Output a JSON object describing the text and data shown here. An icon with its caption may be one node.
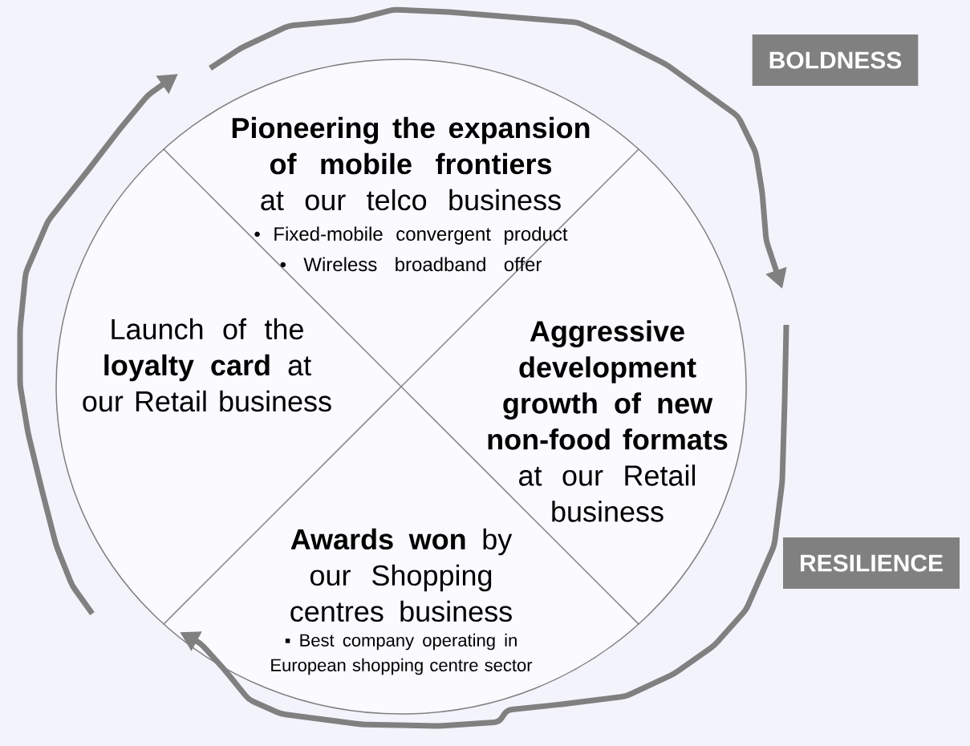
{
  "diagram": {
    "nodes": [
      {
        "text": [],
        "shape": "circle"
      },
      {
        "text": [
          "Pioneering the expansion of mobile frontiers",
          "at our telco business",
          "• Fixed-mobile convergent product",
          "• Wireless broadband offer"
        ],
        "in": 0
      },
      {
        "text": [
          "Launch of the **loyalty card** at our Retail business"
        ],
        "in": 0
      },
      {
        "text": [
          "Aggressive development growth of new non-food formats",
          "at our Retail business"
        ],
        "in": 0
      },
      {
        "text": [
          "**Awards won** by our Shopping centres business",
          "▪ Best company operating in European shopping centre sector"
        ],
        "in": 0
      },
      {
        "text": [
          "BOLDNESS"
        ]
      },
      {
        "text": [
          "RESILIENCE"
        ]
      }
    ],
    "edges": []
  }
}
